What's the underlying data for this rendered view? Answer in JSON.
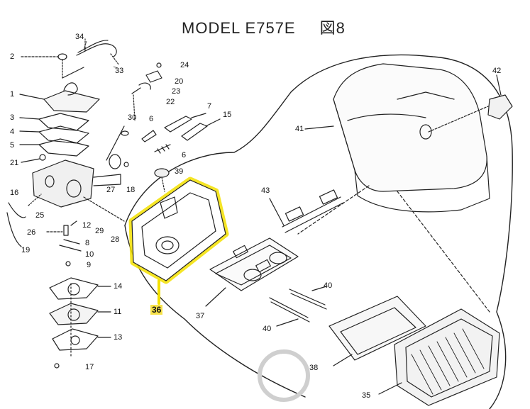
{
  "title": {
    "model": "MODEL  E757E",
    "figure": "図8"
  },
  "highlight_color": "#f3e000",
  "highlighted_part": "36",
  "part_numbers": [
    "2",
    "34",
    "33",
    "24",
    "20",
    "23",
    "22",
    "1",
    "3",
    "4",
    "5",
    "21",
    "30",
    "6",
    "7",
    "15",
    "41",
    "42",
    "43",
    "39",
    "16",
    "25",
    "26",
    "12",
    "29",
    "28",
    "27",
    "18",
    "19",
    "10",
    "8",
    "9",
    "14",
    "11",
    "13",
    "17",
    "36",
    "37",
    "40",
    "38",
    "35"
  ]
}
